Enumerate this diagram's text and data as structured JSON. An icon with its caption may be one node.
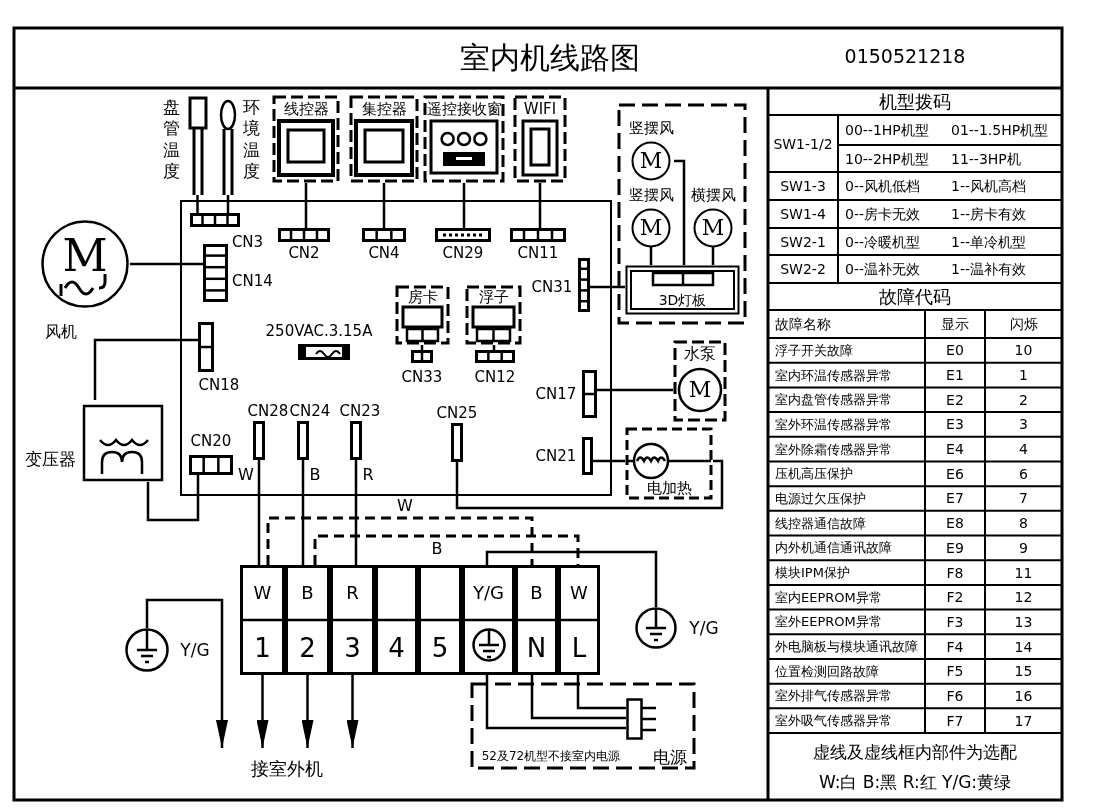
{
  "diagram": {
    "title": "室内机线路图",
    "nodes": [
      {
        "text": [],
        "shape": "box"
      },
      {
        "text": [
          "盘管温度"
        ]
      },
      {
        "text": [
          "环境温度"
        ]
      },
      {
        "text": [
          "线控器"
        ]
      },
      {
        "text": [
          "集控器"
        ]
      },
      {
        "text": [
          "遥控接收窗"
        ]
      },
      {
        "text": [
          "WIFI"
        ]
      },
      {
        "text": [],
        "shape": "box"
      },
      {
        "text": [
          "竖摆风",
          "M"
        ],
        "in": 7
      },
      {
        "text": [
          "竖摆风",
          "M"
        ],
        "in": 7
      },
      {
        "text": [
          "横摆风",
          "M"
        ],
        "in": 7
      },
      {
        "text": [
          "3D灯板"
        ],
        "in": 7
      },
      {
        "text": [
          "CN3"
        ],
        "in": 0
      },
      {
        "text": [
          "CN2"
        ],
        "in": 0
      },
      {
        "text": [
          "CN4"
        ],
        "in": 0
      },
      {
        "text": [
          "CN29"
        ],
        "in": 0
      },
      {
        "text": [
          "CN11"
        ],
        "in": 0
      },
      {
        "text": [
          "M",
          "风机"
        ]
      },
      {
        "text": [
          "CN14"
        ],
        "in": 0
      },
      {
        "text": [
          "CN31"
        ],
        "in": 0
      },
      {
        "text": [
          "房卡"
        ],
        "in": 0
      },
      {
        "text": [
          "浮子"
        ],
        "in": 0
      },
      {
        "text": [
          "250VAC.3.15A"
        ],
        "in": 0
      },
      {
        "text": [
          "CN33"
        ],
        "in": 0
      },
      {
        "text": [
          "CN12"
        ],
        "in": 0
      },
      {
        "text": [
          "CN18"
        ],
        "in": 0
      },
      {
        "text": [
          "水泵",
          "M"
        ]
      },
      {
        "text": [
          "CN17"
        ],
        "in": 0
      },
      {
        "text": [
          "CN28"
        ],
        "in": 0
      },
      {
        "text": [
          "CN24"
        ],
        "in": 0
      },
      {
        "text": [
          "CN23"
        ],
        "in": 0
      },
      {
        "text": [
          "CN25"
        ],
        "in": 0
      },
      {
        "text": [
          "CN21"
        ],
        "in": 0
      },
      {
        "text": [
          "变压器"
        ]
      },
      {
        "text": [
          "CN20"
        ],
        "in": 0
      },
      {
        "text": [
          "电加热"
        ]
      },
      {
        "text": [
          "W",
          "1"
        ]
      },
      {
        "text": [
          "B",
          "2"
        ]
      },
      {
        "text": [
          "R",
          "3"
        ]
      },
      {
        "text": [
          "4"
        ]
      },
      {
        "text": [
          "5"
        ]
      },
      {
        "text": [
          "Y/G"
        ]
      },
      {
        "text": [
          "B",
          "N"
        ]
      },
      {
        "text": [
          "W",
          "L"
        ]
      },
      {
        "text": [
          "Y/G"
        ]
      },
      {
        "text": [
          "Y/G"
        ]
      },
      {
        "text": [
          "接室外机"
        ]
      },
      {
        "text": [
          "52及72机型不接室内电源"
        ]
      },
      {
        "text": [
          "电源"
        ],
        "in": 47
      }
    ],
    "edges": [
      {
        "from": 1,
        "to": 12,
        "arrow": "none"
      },
      {
        "from": 2,
        "to": 12,
        "arrow": "none"
      },
      {
        "from": 3,
        "to": 13,
        "arrow": "none"
      },
      {
        "from": 4,
        "to": 14,
        "arrow": "none"
      },
      {
        "from": 5,
        "to": 15,
        "arrow": "none"
      },
      {
        "from": 6,
        "to": 16,
        "arrow": "none"
      },
      {
        "from": 17,
        "to": 18,
        "arrow": "none"
      },
      {
        "from": 8,
        "to": 11,
        "arrow": "none"
      },
      {
        "from": 9,
        "to": 11,
        "arrow": "none"
      },
      {
        "from": 10,
        "to": 11,
        "arrow": "none"
      },
      {
        "from": 11,
        "to": 19,
        "arrow": "none"
      },
      {
        "from": 20,
        "to": 23,
        "arrow": "none"
      },
      {
        "from": 21,
        "to": 24,
        "arrow": "none"
      },
      {
        "from": 26,
        "to": 27,
        "arrow": "none"
      },
      {
        "from": 35,
        "to": 32,
        "arrow": "none"
      },
      {
        "from": 31,
        "to": 35,
        "arrow": "none"
      },
      {
        "from": 33,
        "to": 25,
        "arrow": "none"
      },
      {
        "from": 33,
        "to": 34,
        "arrow": "none"
      },
      {
        "from": 28,
        "to": 36,
        "arrow": "none",
        "label": "W"
      },
      {
        "from": 29,
        "to": 37,
        "arrow": "none",
        "label": "B"
      },
      {
        "from": 30,
        "to": 38,
        "arrow": "none",
        "label": "R"
      },
      {
        "from": 36,
        "to": 42,
        "arrow": "none",
        "label": "W",
        "style": "dashed"
      },
      {
        "from": 37,
        "to": 43,
        "arrow": "none",
        "label": "B",
        "style": "dashed"
      },
      {
        "from": 45,
        "to": 41,
        "arrow": "none"
      },
      {
        "from": 41,
        "to": 48,
        "arrow": "none"
      },
      {
        "from": 42,
        "to": 48,
        "arrow": "none"
      },
      {
        "from": 43,
        "to": 48,
        "arrow": "none"
      },
      {
        "from": 36,
        "to": 46,
        "arrow": "to"
      },
      {
        "from": 37,
        "to": 46,
        "arrow": "to"
      },
      {
        "from": 38,
        "to": 46,
        "arrow": "to"
      },
      {
        "from": 44,
        "to": 46,
        "arrow": "to"
      }
    ],
    "labels": [
      "0150521218",
      "机型拨码",
      "SW1-1/2",
      "00--1HP机型",
      "01--1.5HP机型",
      "10--2HP机型",
      "11--3HP机",
      "SW1-3",
      "0--风机低档",
      "1--风机高档",
      "SW1-4",
      "0--房卡无效",
      "1--房卡有效",
      "SW2-1",
      "0--冷暖机型",
      "1--单冷机型",
      "SW2-2",
      "0--温补无效",
      "1--温补有效",
      "故障代码",
      "故障名称",
      "显示",
      "闪烁",
      "浮子开关故障",
      "E0",
      "10",
      "室内环温传感器异常",
      "E1",
      "1",
      "室内盘管传感器异常",
      "E2",
      "2",
      "室外环温传感器异常",
      "E3",
      "3",
      "室外除霜传感器异常",
      "E4",
      "4",
      "压机高压保护",
      "E6",
      "6",
      "电源过欠压保护",
      "E7",
      "7",
      "线控器通信故障",
      "E8",
      "8",
      "内外机通信通讯故障",
      "E9",
      "9",
      "模块IPM保护",
      "F8",
      "11",
      "室内EEPROM异常",
      "F2",
      "12",
      "室外EEPROM异常",
      "F3",
      "13",
      "外电脑板与模块通讯故障",
      "F4",
      "14",
      "位置检测回路故障",
      "F5",
      "15",
      "室外排气传感器异常",
      "F6",
      "16",
      "室外吸气传感器异常",
      "F7",
      "17",
      "虚线及虚线框内部件为选配",
      "W:白 B:黑 R:红 Y/G:黄绿"
    ]
  }
}
